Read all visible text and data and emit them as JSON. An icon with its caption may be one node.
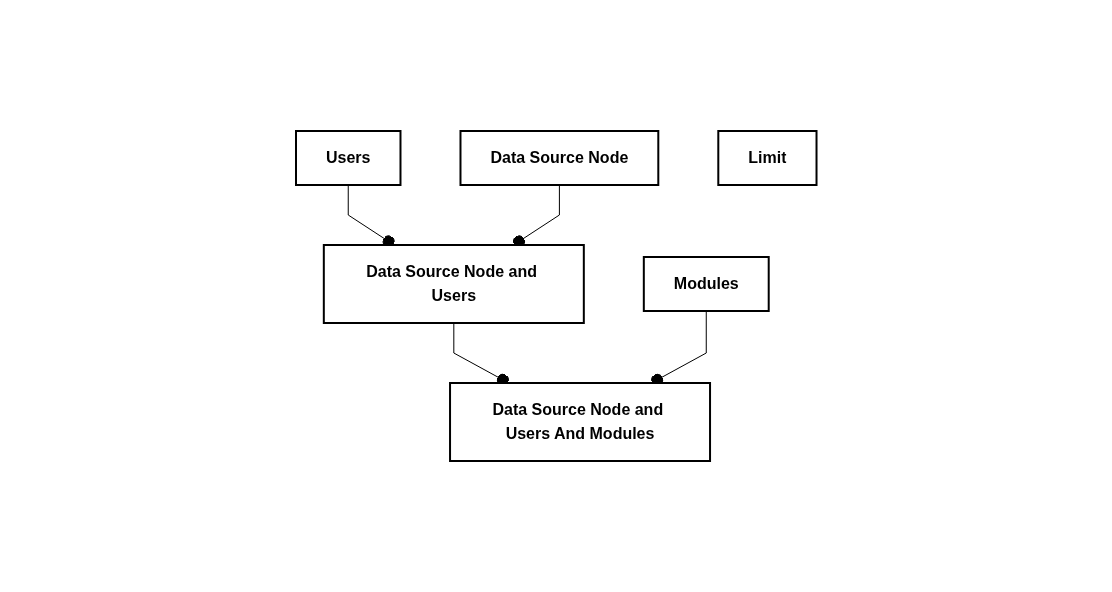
{
  "diagram": {
    "nodes": [
      {
        "text": [
          "Users"
        ]
      },
      {
        "text": [
          "Data Source Node"
        ]
      },
      {
        "text": [
          "Data Source Node and Users"
        ]
      },
      {
        "text": [
          "Modules"
        ]
      },
      {
        "text": [
          "Limit"
        ]
      },
      {
        "text": [
          "Data Source Node and Users And Modules"
        ]
      }
    ],
    "edges": [
      {
        "from": 0,
        "to": 2,
        "arrow": "other"
      },
      {
        "from": 1,
        "to": 2,
        "arrow": "other"
      },
      {
        "from": 2,
        "to": 5,
        "arrow": "other"
      },
      {
        "from": 3,
        "to": 5,
        "arrow": "other"
      }
    ]
  }
}
